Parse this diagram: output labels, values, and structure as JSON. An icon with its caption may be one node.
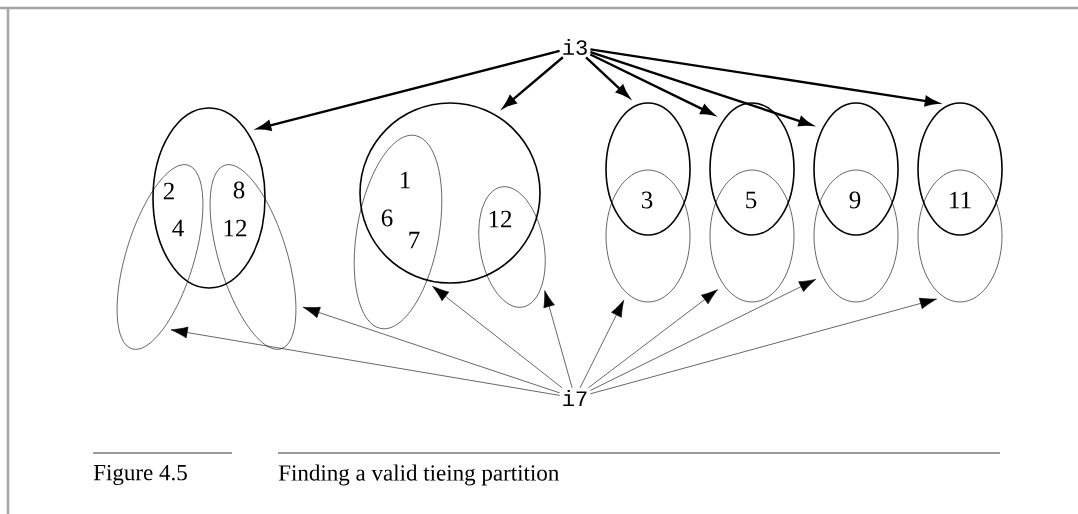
{
  "diagram": {
    "caption": "Finding a valid tieing partition",
    "nodes": [
      {
        "text": [
          "i3"
        ]
      },
      {
        "text": [
          "i7"
        ]
      },
      {
        "text": [],
        "shape": "ellipse"
      },
      {
        "text": [],
        "shape": "circle"
      },
      {
        "text": [],
        "shape": "ellipse"
      },
      {
        "text": [],
        "shape": "ellipse"
      },
      {
        "text": [],
        "shape": "ellipse"
      },
      {
        "text": [],
        "shape": "ellipse"
      },
      {
        "text": [],
        "shape": "ellipse"
      },
      {
        "text": [],
        "shape": "ellipse"
      },
      {
        "text": [],
        "shape": "ellipse"
      },
      {
        "text": [],
        "shape": "ellipse"
      },
      {
        "text": [],
        "shape": "ellipse"
      },
      {
        "text": [],
        "shape": "ellipse"
      },
      {
        "text": [],
        "shape": "ellipse"
      },
      {
        "text": [],
        "shape": "ellipse"
      }
    ],
    "edges": [
      {
        "from": 0,
        "to": 2,
        "arrow": "to",
        "style": "thick"
      },
      {
        "from": 0,
        "to": 3,
        "arrow": "to",
        "style": "thick"
      },
      {
        "from": 0,
        "to": 4,
        "arrow": "to",
        "style": "thick"
      },
      {
        "from": 0,
        "to": 5,
        "arrow": "to",
        "style": "thick"
      },
      {
        "from": 0,
        "to": 6,
        "arrow": "to",
        "style": "thick"
      },
      {
        "from": 0,
        "to": 7,
        "arrow": "to",
        "style": "thick"
      },
      {
        "from": 1,
        "to": 8,
        "arrow": "to"
      },
      {
        "from": 1,
        "to": 9,
        "arrow": "to"
      },
      {
        "from": 1,
        "to": 10,
        "arrow": "to"
      },
      {
        "from": 1,
        "to": 11,
        "arrow": "to"
      },
      {
        "from": 1,
        "to": 12,
        "arrow": "to"
      },
      {
        "from": 1,
        "to": 13,
        "arrow": "to"
      },
      {
        "from": 1,
        "to": 14,
        "arrow": "to"
      },
      {
        "from": 1,
        "to": 15,
        "arrow": "to"
      }
    ],
    "labels": [
      "2",
      "8",
      "4",
      "12",
      "1",
      "6",
      "7",
      "12",
      "3",
      "5",
      "9",
      "11",
      "Figure 4.5"
    ]
  }
}
